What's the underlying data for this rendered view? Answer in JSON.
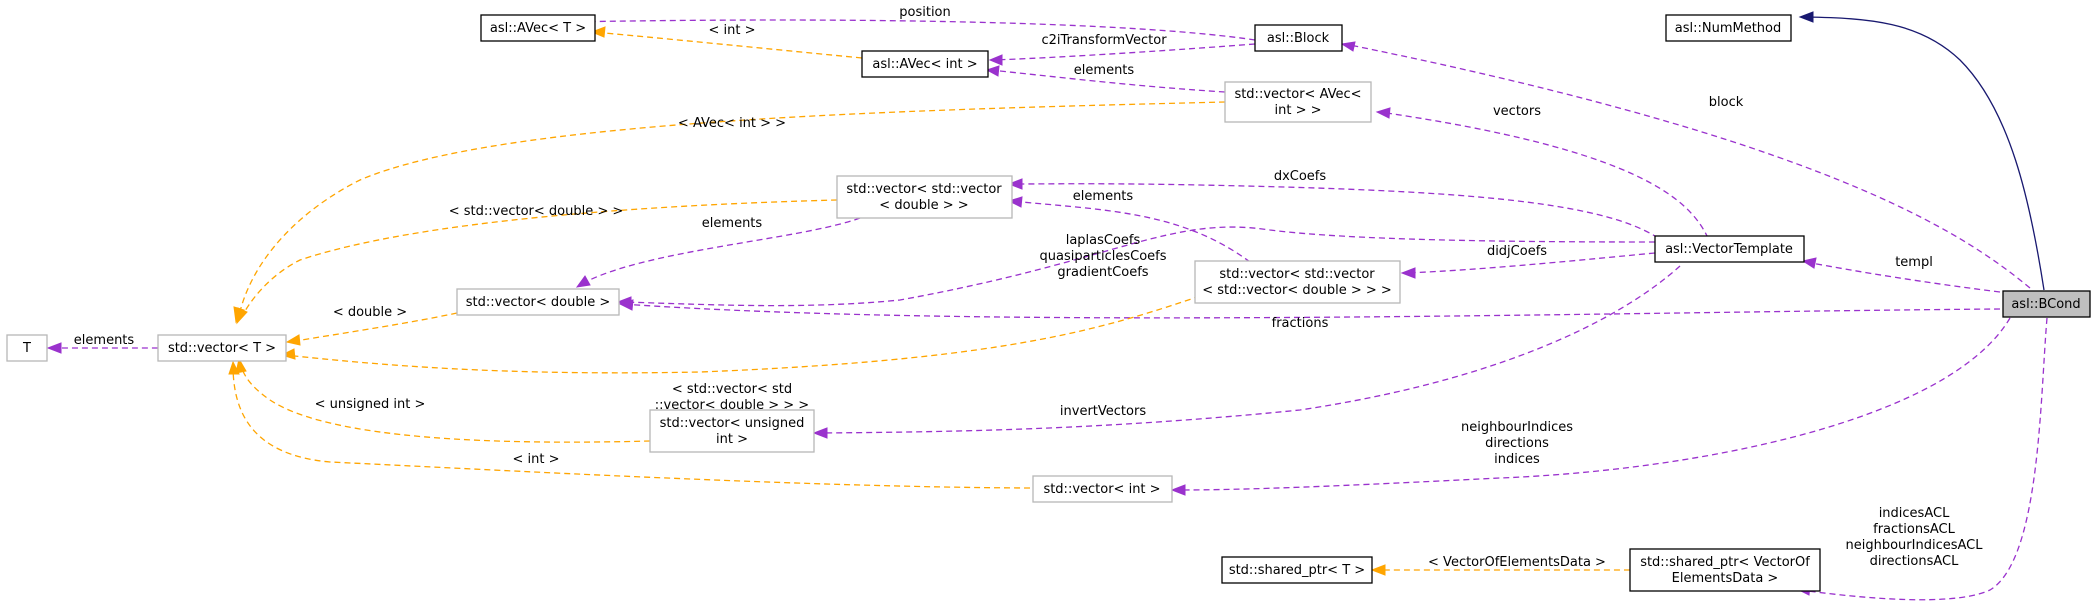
{
  "nodes": {
    "avec_t": "asl::AVec< T >",
    "avec_int": "asl::AVec< int >",
    "block": "asl::Block",
    "num_method": "asl::NumMethod",
    "vec_avec_int": [
      "std::vector< AVec<",
      "int > >"
    ],
    "vec_vec_double": [
      "std::vector< std::vector",
      "< double > >"
    ],
    "vector_template": "asl::VectorTemplate",
    "vec_vec_vec_double": [
      "std::vector< std::vector",
      "< std::vector< double > > >"
    ],
    "vec_double": "std::vector< double >",
    "t_node": "T",
    "vec_t": "std::vector< T >",
    "vec_unsigned": [
      "std::vector< unsigned",
      "int >"
    ],
    "vec_int": "std::vector< int >",
    "bcond": "asl::BCond",
    "shared_ptr_t": "std::shared_ptr< T >",
    "shared_ptr_vofed": [
      "std::shared_ptr< VectorOf",
      "ElementsData >"
    ]
  },
  "edge_labels": {
    "position": "position",
    "int_avec": "< int >",
    "c2i": "c2iTransformVector",
    "elements_avec": "elements",
    "avec_int_int": "< AVec< int > >",
    "vectors": "vectors",
    "block": "block",
    "dxcoefs": "dxCoefs",
    "vec_double_vec": "< std::vector< double > >",
    "elements_vvd": "elements",
    "elements_vd": "elements",
    "coef_group": [
      "laplasCoefs",
      "quasiparticlesCoefs",
      "gradientCoefs"
    ],
    "didjcoefs": "didjCoefs",
    "templ": "templ",
    "double": "< double >",
    "elements_t": "elements",
    "fractions": "fractions",
    "vvvd": [
      "< std::vector< std",
      "::vector< double > > >"
    ],
    "unsigned_int": "< unsigned int >",
    "invert_vectors": "invertVectors",
    "int": "< int >",
    "index_group": [
      "neighbourIndices",
      "directions",
      "indices"
    ],
    "acl_group": [
      "indicesACL",
      "fractionsACL",
      "neighbourIndicesACL",
      "directionsACL"
    ],
    "vofed": "< VectorOfElementsData >"
  },
  "colors": {
    "member_edge": "#9a32cd",
    "template_edge": "#ffa500",
    "inheritance_edge": "#191970",
    "focus_fill": "#bfbfbf",
    "gray_border": "#b7b7b7"
  }
}
